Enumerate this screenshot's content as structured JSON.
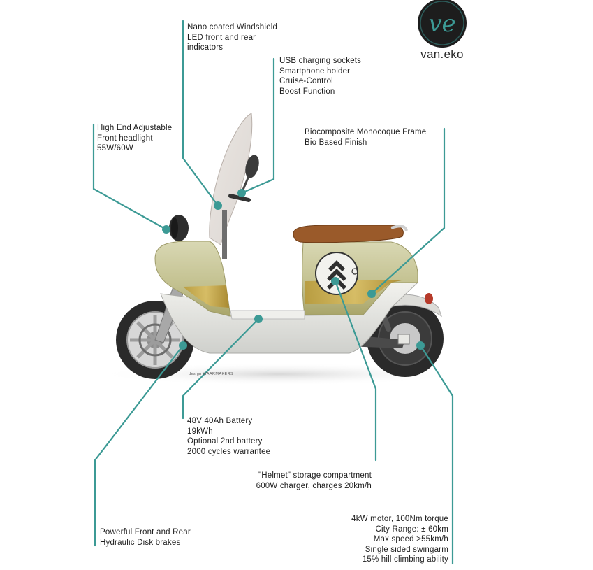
{
  "brand": {
    "monogram": "ve",
    "name": "van.eko"
  },
  "credit": "design WAARMAKERS",
  "colors": {
    "accent": "#3c9a95",
    "logo_bg": "#1d1d1d",
    "frame_olive": "#c9c89a",
    "seat": "#9a5a2a"
  },
  "callouts": [
    {
      "id": "windshield",
      "lines": [
        "Nano coated Windshield",
        "LED front and rear",
        "indicators"
      ]
    },
    {
      "id": "usb",
      "lines": [
        "USB charging sockets",
        "Smartphone holder",
        "Cruise-Control",
        "Boost Function"
      ]
    },
    {
      "id": "headlight",
      "lines": [
        "High End Adjustable",
        "Front headlight",
        "55W/60W"
      ]
    },
    {
      "id": "frame",
      "lines": [
        "Biocomposite Monocoque Frame",
        "Bio Based Finish"
      ]
    },
    {
      "id": "battery",
      "lines": [
        "48V 40Ah Battery",
        "19kWh",
        "Optional 2nd battery",
        "2000 cycles warrantee"
      ]
    },
    {
      "id": "storage",
      "lines": [
        "\"Helmet\" storage compartment",
        "600W charger, charges 20km/h"
      ]
    },
    {
      "id": "motor",
      "lines": [
        "4kW motor, 100Nm torque",
        "City Range: ± 60km",
        "Max speed >55km/h",
        "Single sided swingarm",
        "15% hill climbing ability"
      ]
    },
    {
      "id": "brakes",
      "lines": [
        "Powerful Front and Rear",
        "Hydraulic Disk brakes"
      ]
    }
  ]
}
